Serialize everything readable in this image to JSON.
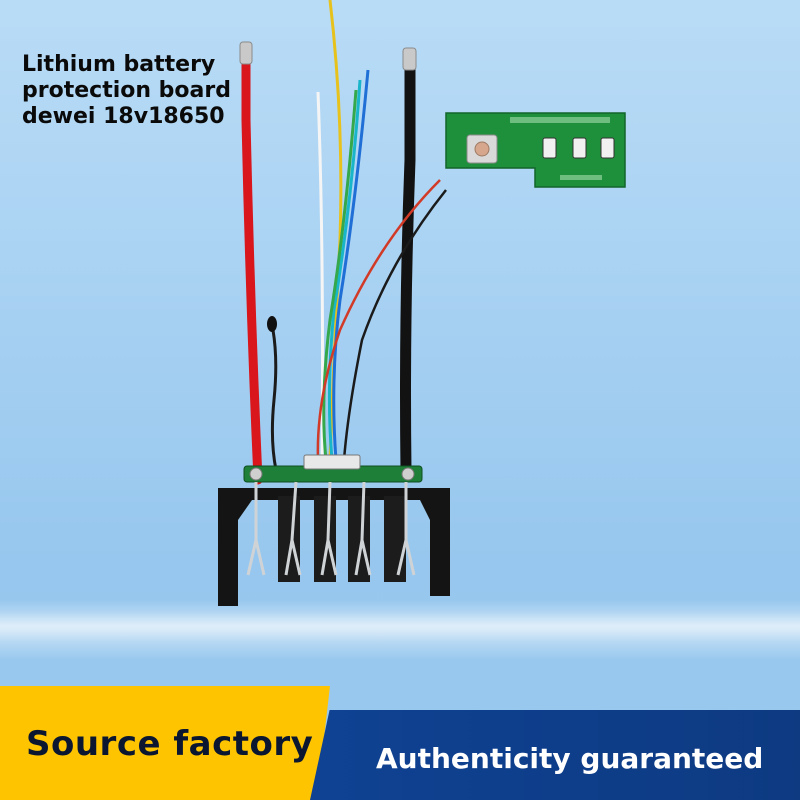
{
  "title": {
    "line1": "Lithium battery",
    "line2": "protection board",
    "line3": "dewei 18v18650"
  },
  "banner": {
    "left_text": "Source factory",
    "right_text": "Authenticity guaranteed"
  },
  "colors": {
    "background": "#a6d0f2",
    "banner_yellow": "#ffc400",
    "banner_blue": "#0f4293",
    "pcb_green": "#1e8f3a"
  }
}
